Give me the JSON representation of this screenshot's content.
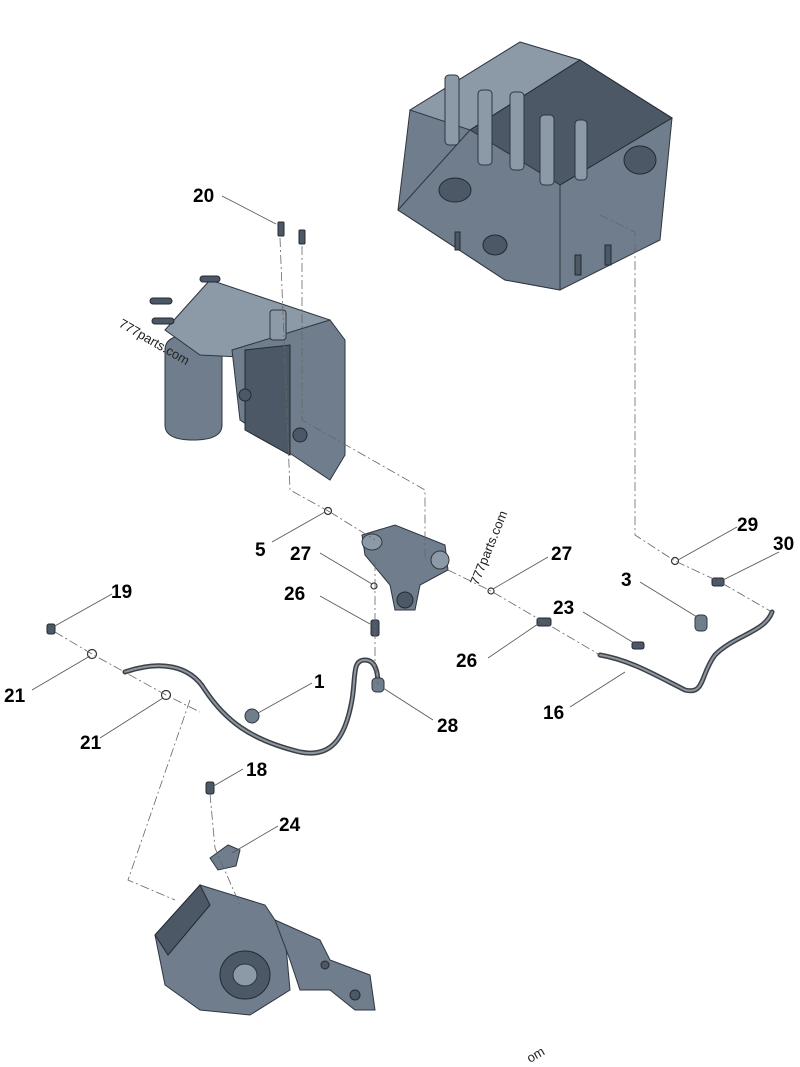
{
  "callouts": [
    {
      "id": "c20",
      "label": "20"
    },
    {
      "id": "c5",
      "label": "5"
    },
    {
      "id": "c27a",
      "label": "27"
    },
    {
      "id": "c26a",
      "label": "26"
    },
    {
      "id": "c27b",
      "label": "27"
    },
    {
      "id": "c29",
      "label": "29"
    },
    {
      "id": "c30",
      "label": "30"
    },
    {
      "id": "c3",
      "label": "3"
    },
    {
      "id": "c23",
      "label": "23"
    },
    {
      "id": "c26b",
      "label": "26"
    },
    {
      "id": "c16",
      "label": "16"
    },
    {
      "id": "c19",
      "label": "19"
    },
    {
      "id": "c21a",
      "label": "21"
    },
    {
      "id": "c1",
      "label": "1"
    },
    {
      "id": "c21b",
      "label": "21"
    },
    {
      "id": "c28",
      "label": "28"
    },
    {
      "id": "c18",
      "label": "18"
    },
    {
      "id": "c24",
      "label": "24"
    }
  ],
  "watermarks": {
    "left": "777parts.com",
    "center": "777parts.com",
    "bottom": "om"
  },
  "colors": {
    "part_metal": "#6f7d8c",
    "part_dark": "#4c5865",
    "background": "#ffffff"
  }
}
